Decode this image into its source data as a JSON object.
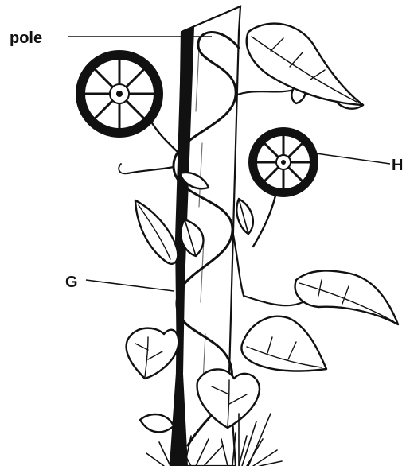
{
  "labels": {
    "pole": "pole",
    "g": "G",
    "h": "H"
  },
  "colors": {
    "ink": "#111111",
    "background": "#ffffff"
  }
}
